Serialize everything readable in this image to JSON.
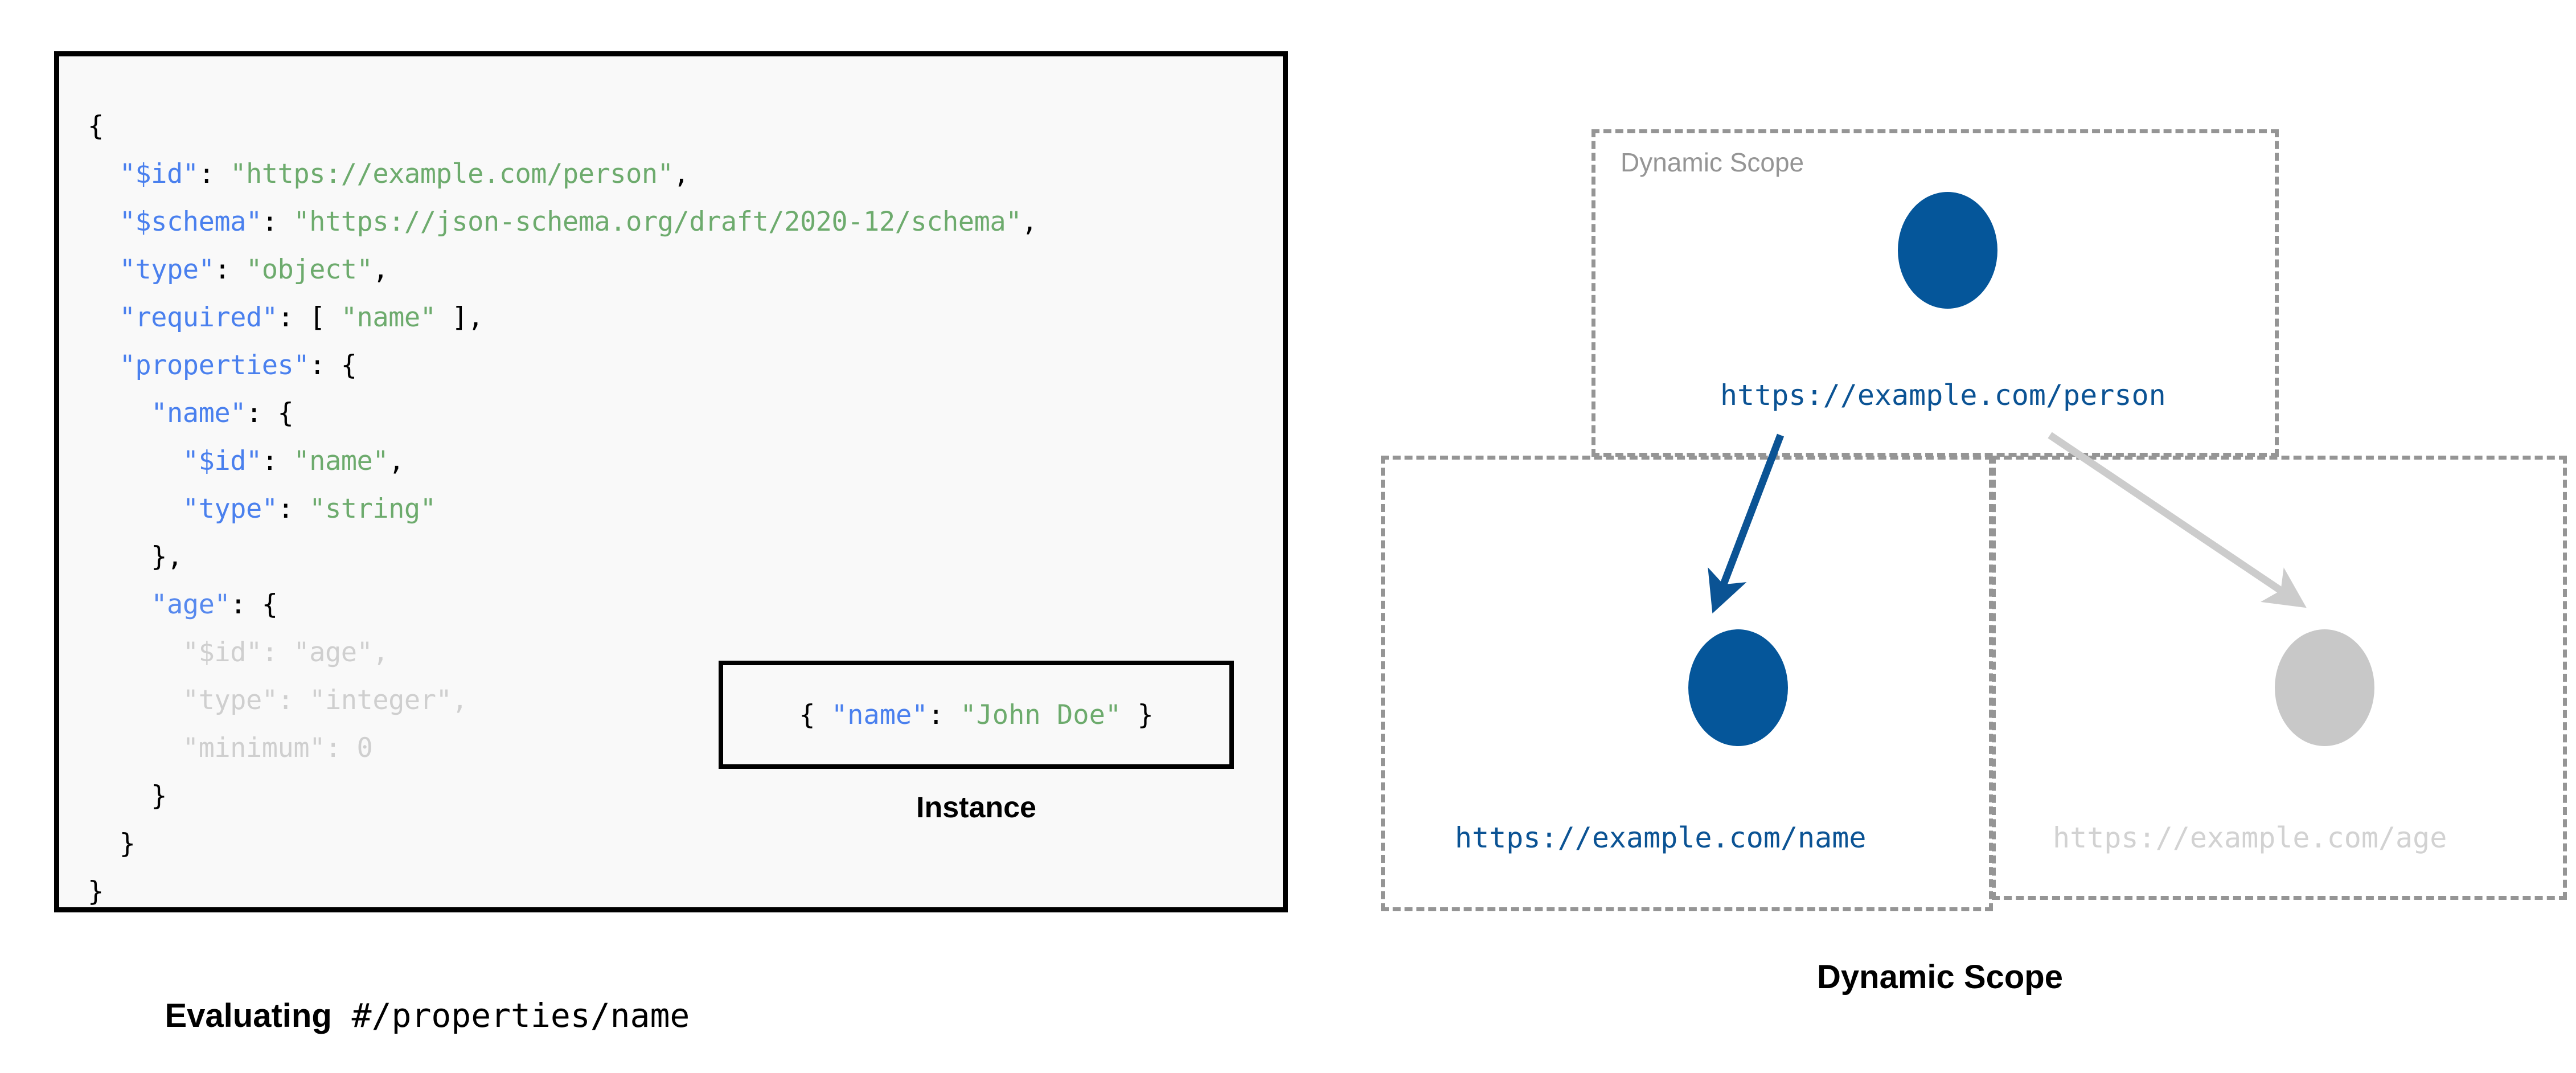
{
  "left": {
    "schema_lines": [
      [
        {
          "t": "{",
          "c": "punct"
        }
      ],
      [
        {
          "t": "  ",
          "c": "punct"
        },
        {
          "t": "\"$id\"",
          "c": "key"
        },
        {
          "t": ": ",
          "c": "punct"
        },
        {
          "t": "\"https://example.com/person\"",
          "c": "str"
        },
        {
          "t": ",",
          "c": "punct"
        }
      ],
      [
        {
          "t": "  ",
          "c": "punct"
        },
        {
          "t": "\"$schema\"",
          "c": "key"
        },
        {
          "t": ": ",
          "c": "punct"
        },
        {
          "t": "\"https://json-schema.org/draft/2020-12/schema\"",
          "c": "str"
        },
        {
          "t": ",",
          "c": "punct"
        }
      ],
      [
        {
          "t": "  ",
          "c": "punct"
        },
        {
          "t": "\"type\"",
          "c": "key"
        },
        {
          "t": ": ",
          "c": "punct"
        },
        {
          "t": "\"object\"",
          "c": "str"
        },
        {
          "t": ",",
          "c": "punct"
        }
      ],
      [
        {
          "t": "  ",
          "c": "punct"
        },
        {
          "t": "\"required\"",
          "c": "key"
        },
        {
          "t": ": [ ",
          "c": "punct"
        },
        {
          "t": "\"name\"",
          "c": "str"
        },
        {
          "t": " ],",
          "c": "punct"
        }
      ],
      [
        {
          "t": "  ",
          "c": "punct"
        },
        {
          "t": "\"properties\"",
          "c": "key"
        },
        {
          "t": ": {",
          "c": "punct"
        }
      ],
      [
        {
          "t": "    ",
          "c": "punct"
        },
        {
          "t": "\"name\"",
          "c": "key"
        },
        {
          "t": ": {",
          "c": "punct"
        }
      ],
      [
        {
          "t": "      ",
          "c": "punct"
        },
        {
          "t": "\"$id\"",
          "c": "key"
        },
        {
          "t": ": ",
          "c": "punct"
        },
        {
          "t": "\"name\"",
          "c": "str"
        },
        {
          "t": ",",
          "c": "punct"
        }
      ],
      [
        {
          "t": "      ",
          "c": "punct"
        },
        {
          "t": "\"type\"",
          "c": "key"
        },
        {
          "t": ": ",
          "c": "punct"
        },
        {
          "t": "\"string\"",
          "c": "str"
        }
      ],
      [
        {
          "t": "    },",
          "c": "punct"
        }
      ],
      [
        {
          "t": "    ",
          "c": "punct"
        },
        {
          "t": "\"age\"",
          "c": "dim-key"
        },
        {
          "t": ": {",
          "c": "punct"
        }
      ],
      [
        {
          "t": "      ",
          "c": "punct"
        },
        {
          "t": "\"$id\": \"age\",",
          "c": "dim"
        }
      ],
      [
        {
          "t": "      ",
          "c": "punct"
        },
        {
          "t": "\"type\": \"integer\",",
          "c": "dim"
        }
      ],
      [
        {
          "t": "      ",
          "c": "punct"
        },
        {
          "t": "\"minimum\": 0",
          "c": "dim"
        }
      ],
      [
        {
          "t": "    }",
          "c": "punct"
        }
      ],
      [
        {
          "t": "  }",
          "c": "punct"
        }
      ],
      [
        {
          "t": "}",
          "c": "punct"
        }
      ]
    ],
    "instance_tokens": [
      {
        "t": "{ ",
        "c": "punct"
      },
      {
        "t": "\"name\"",
        "c": "key"
      },
      {
        "t": ": ",
        "c": "punct"
      },
      {
        "t": "\"John Doe\"",
        "c": "str"
      },
      {
        "t": " }",
        "c": "punct"
      }
    ],
    "instance_caption": "Instance",
    "caption_bold": "Evaluating",
    "caption_mono": " #/properties/name"
  },
  "right": {
    "scope_label": "Dynamic Scope",
    "nodes": [
      {
        "id": "person",
        "label": "https://example.com/person",
        "color": "#0b5394",
        "fill": "#05569a",
        "dim": false
      },
      {
        "id": "name",
        "label": "https://example.com/name",
        "color": "#0b5394",
        "fill": "#05569a",
        "dim": false
      },
      {
        "id": "age",
        "label": "https://example.com/age",
        "color": "#d2d2d2",
        "fill": "#c8c8c8",
        "dim": true
      }
    ],
    "edges": [
      {
        "from": "person",
        "to": "name",
        "color": "#0b5394",
        "active": true
      },
      {
        "from": "person",
        "to": "age",
        "color": "#cccccc",
        "active": false
      }
    ],
    "caption": "Dynamic Scope"
  },
  "colors": {
    "accent_blue": "#05569a",
    "dim_gray": "#c8c8c8",
    "dashed_border": "#959595",
    "key_blue": "#4a80ee",
    "string_green": "#6dab6d",
    "code_bg": "#f9f9f9"
  }
}
